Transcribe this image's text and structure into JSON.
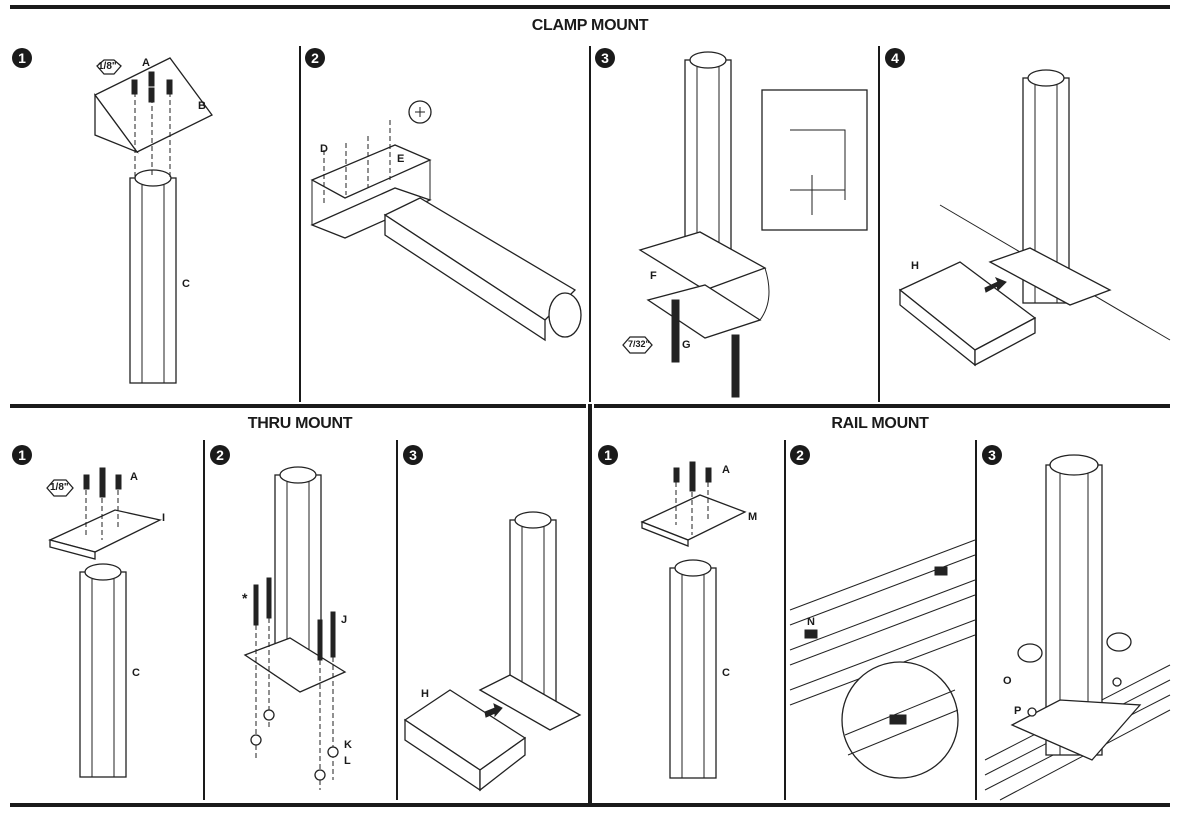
{
  "sections": {
    "clamp": {
      "title": "CLAMP MOUNT"
    },
    "thru": {
      "title": "THRU MOUNT"
    },
    "rail": {
      "title": "RAIL MOUNT"
    }
  },
  "steps": {
    "one": "1",
    "two": "2",
    "three": "3",
    "four": "4"
  },
  "tools": {
    "hex_18": "1/8\"",
    "hex_732": "7/32\"",
    "phillips": "phillips-screwdriver-icon"
  },
  "parts": {
    "A": "A",
    "B": "B",
    "C": "C",
    "D": "D",
    "E": "E",
    "F": "F",
    "G": "G",
    "H": "H",
    "I": "I",
    "J": "J",
    "K": "K",
    "L": "L",
    "M": "M",
    "N": "N",
    "O": "O",
    "P": "P",
    "star": "*"
  }
}
